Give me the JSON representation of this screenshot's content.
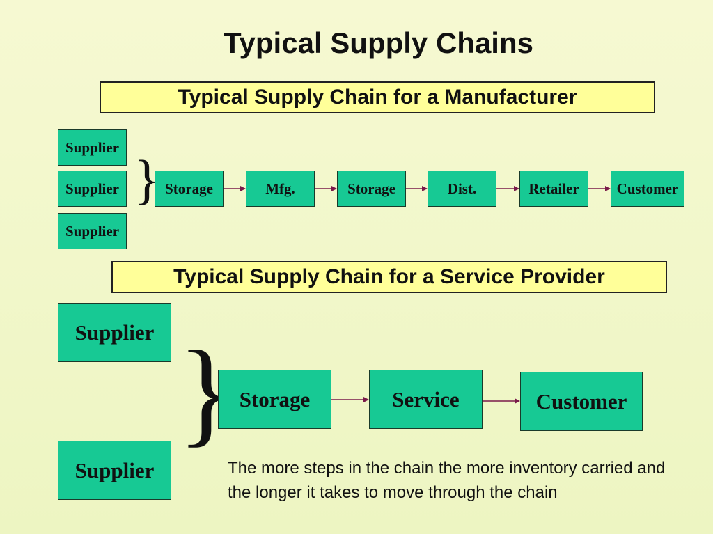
{
  "title": "Typical Supply Chains",
  "manufacturer": {
    "heading": "Typical Supply Chain for a Manufacturer",
    "suppliers": [
      "Supplier",
      "Supplier",
      "Supplier"
    ],
    "brace": "}",
    "steps": [
      "Storage",
      "Mfg.",
      "Storage",
      "Dist.",
      "Retailer",
      "Customer"
    ]
  },
  "service": {
    "heading": "Typical Supply Chain for a Service Provider",
    "suppliers": [
      "Supplier",
      "Supplier"
    ],
    "brace": "}",
    "steps": [
      "Storage",
      "Service",
      "Customer"
    ]
  },
  "note": "The more steps in the chain the more inventory carried and the longer it takes to move through the chain",
  "colors": {
    "box_fill": "#17c994",
    "banner_fill": "#ffff99",
    "arrow": "#7a1a4a"
  }
}
